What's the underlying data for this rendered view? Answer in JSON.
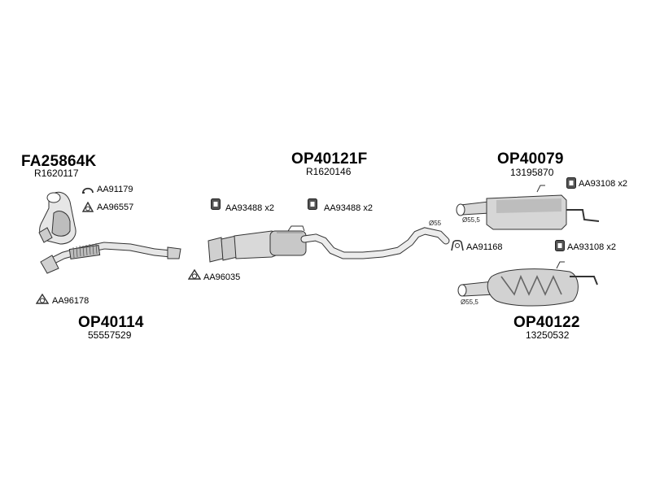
{
  "groups": {
    "front": {
      "code": "FA25864K",
      "ref": "R1620117"
    },
    "down": {
      "code": "OP40114",
      "ref": "55557529"
    },
    "mid": {
      "code": "OP40121F",
      "ref": "R1620146"
    },
    "rear1": {
      "code": "OP40079",
      "ref": "13195870"
    },
    "rear2": {
      "code": "OP40122",
      "ref": "13250532"
    }
  },
  "accessories": {
    "aa91179": "AA91179",
    "aa96557": "AA96557",
    "aa96178": "AA96178",
    "aa96035": "AA96035",
    "aa93488_a": "AA93488 x2",
    "aa93488_b": "AA93488 x2",
    "aa93108_a": "AA93108 x2",
    "aa93108_b": "AA93108 x2",
    "aa91168": "AA91168"
  },
  "dimensions": {
    "d55": "Ø55",
    "d555_a": "Ø55,5",
    "d555_b": "Ø55,5"
  },
  "icons": {
    "clamp": "clamp-icon",
    "gasket": "gasket-icon",
    "rubber_mount": "rubber-mount-icon",
    "bracket": "bracket-icon"
  },
  "colors": {
    "line": "#333333",
    "fill": "#e6e6e6",
    "shade": "#9a9a9a"
  }
}
